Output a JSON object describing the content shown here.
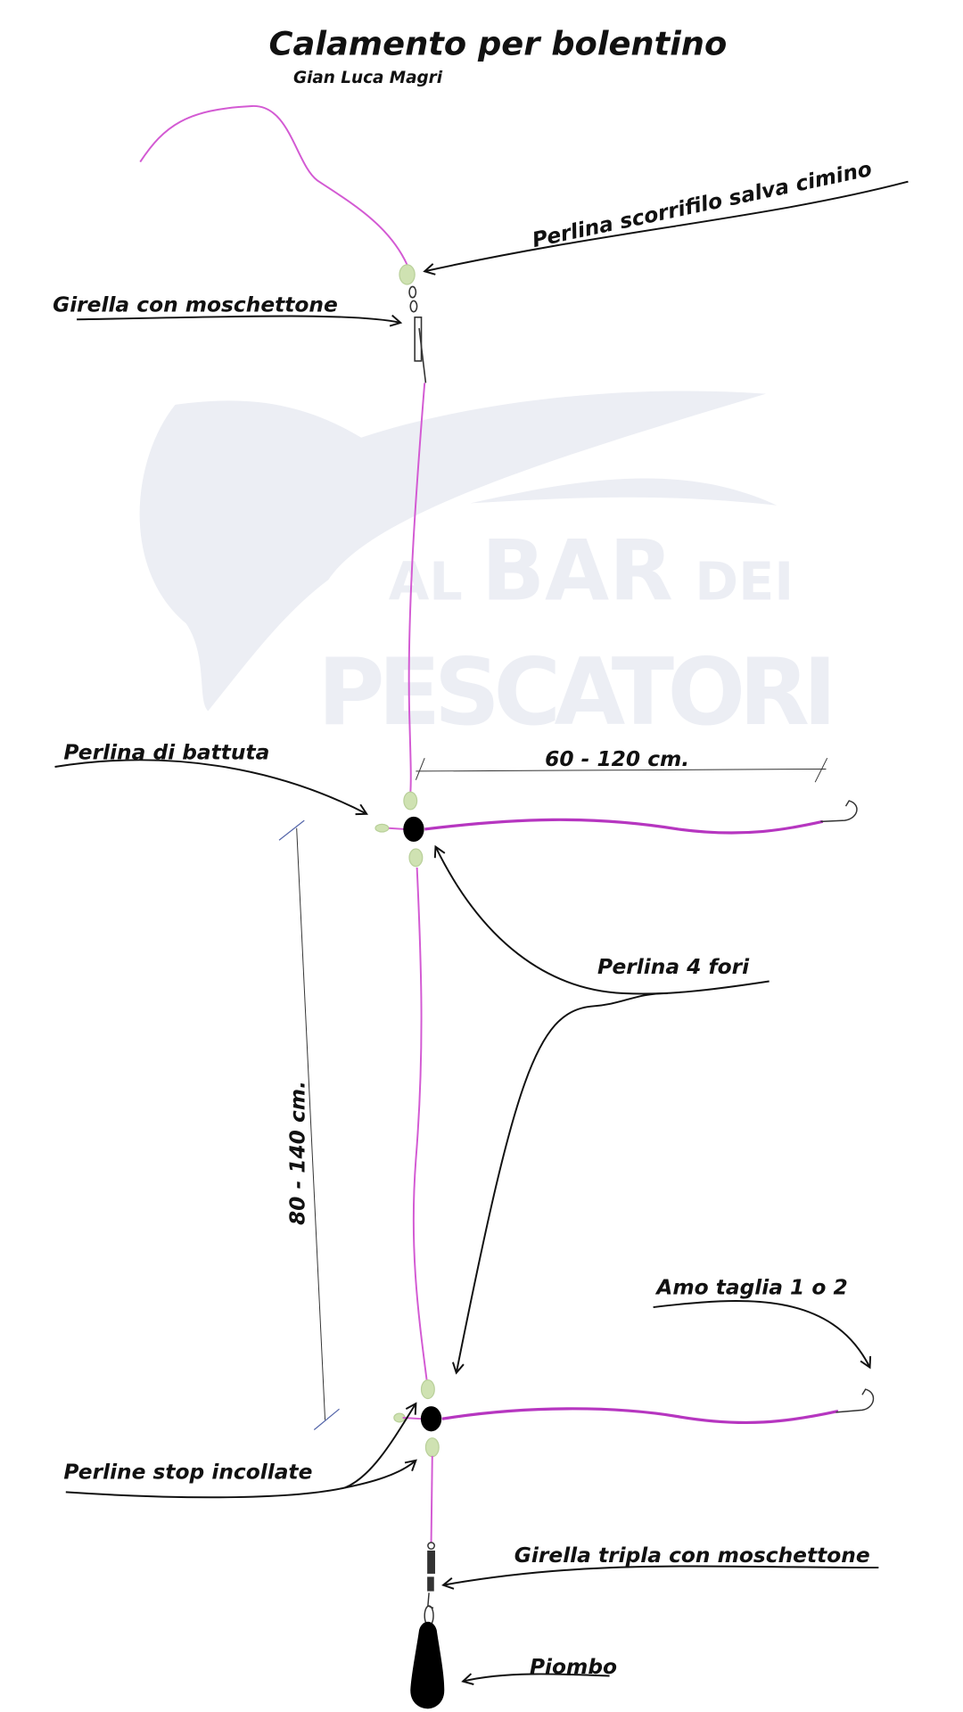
{
  "title": "Calamento per bolentino",
  "author": "Gian Luca Magri",
  "watermark": {
    "line1_a": "AL",
    "line1_b": "BAR",
    "line1_c": "DEI",
    "line2": "PESCATORI"
  },
  "labels": {
    "perlina_scorrifilo": "Perlina scorrifilo salva cimino",
    "girella_moschettone": "Girella con moschettone",
    "perlina_battuta": "Perlina di battuta",
    "branch_length": "60 - 120 cm.",
    "perlina_4_fori": "Perlina 4 fori",
    "spacing_length": "80 - 140 cm.",
    "amo": "Amo taglia 1 o 2",
    "perline_stop": "Perline stop incollate",
    "girella_tripla": "Girella tripla con moschettone",
    "piombo": "Piombo"
  },
  "colors": {
    "line": "#d35ad3",
    "branch": "#b636c0",
    "bead": "#cfe2b2",
    "watermark": "#eceef4"
  }
}
